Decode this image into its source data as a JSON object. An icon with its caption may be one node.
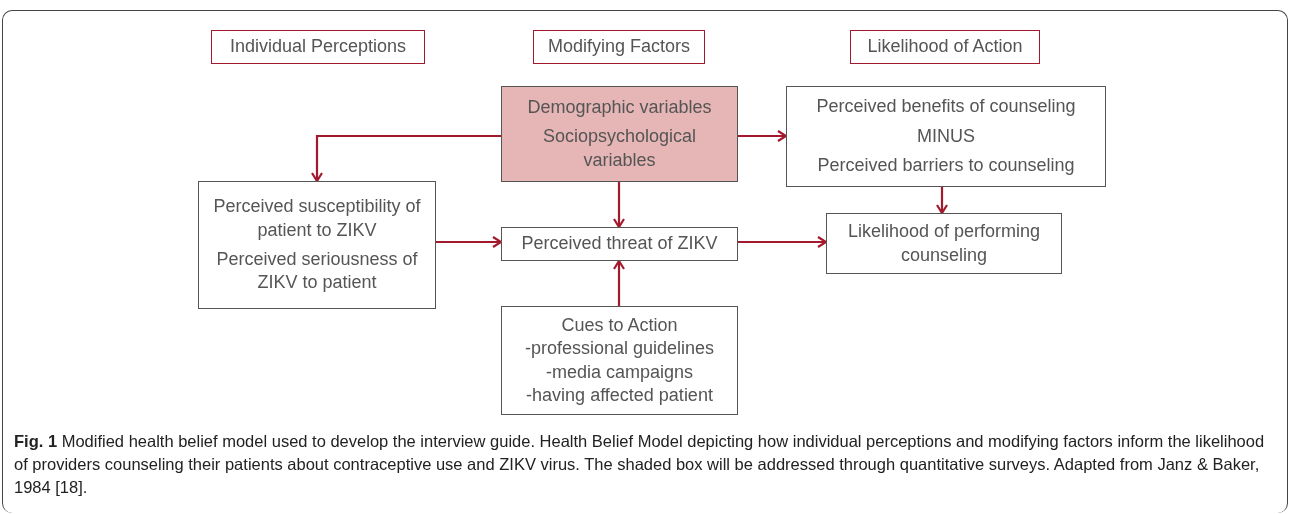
{
  "diagram": {
    "caption": "**Fig. 1** Modified health belief model used to develop the interview guide. Health Belief Model depicting how individual perceptions and modifying factors inform the likelihood of providers counseling their patients about contraceptive use and ZIKV virus. The shaded box will be addressed through quantitative surveys. Adapted from Janz & Baker, 1984 [18].",
    "nodes": [
      {
        "text": [
          "Individual Perceptions"
        ]
      },
      {
        "text": [
          "Modifying Factors"
        ]
      },
      {
        "text": [
          "Likelihood of Action"
        ]
      },
      {
        "text": [
          "Demographic variables",
          "Sociopsychological variables"
        ]
      },
      {
        "text": [
          "Perceived benefits of counseling",
          "MINUS",
          "Perceived barriers to counseling"
        ]
      },
      {
        "text": [
          "Perceived susceptibility of patient to ZIKV",
          "Perceived seriousness of ZIKV to patient"
        ]
      },
      {
        "text": [
          "Perceived threat of ZIKV"
        ]
      },
      {
        "text": [
          "Likelihood of performing counseling"
        ]
      },
      {
        "text": [
          "Cues to Action",
          "-professional guidelines",
          "-media campaigns",
          "-having affected patient"
        ]
      }
    ],
    "edges": [
      {
        "from": 3,
        "to": 5,
        "arrow": "to"
      },
      {
        "from": 3,
        "to": 4,
        "arrow": "to"
      },
      {
        "from": 3,
        "to": 6,
        "arrow": "to"
      },
      {
        "from": 5,
        "to": 6,
        "arrow": "to"
      },
      {
        "from": 6,
        "to": 7,
        "arrow": "to"
      },
      {
        "from": 4,
        "to": 7,
        "arrow": "to"
      },
      {
        "from": 8,
        "to": 6,
        "arrow": "to"
      }
    ]
  }
}
